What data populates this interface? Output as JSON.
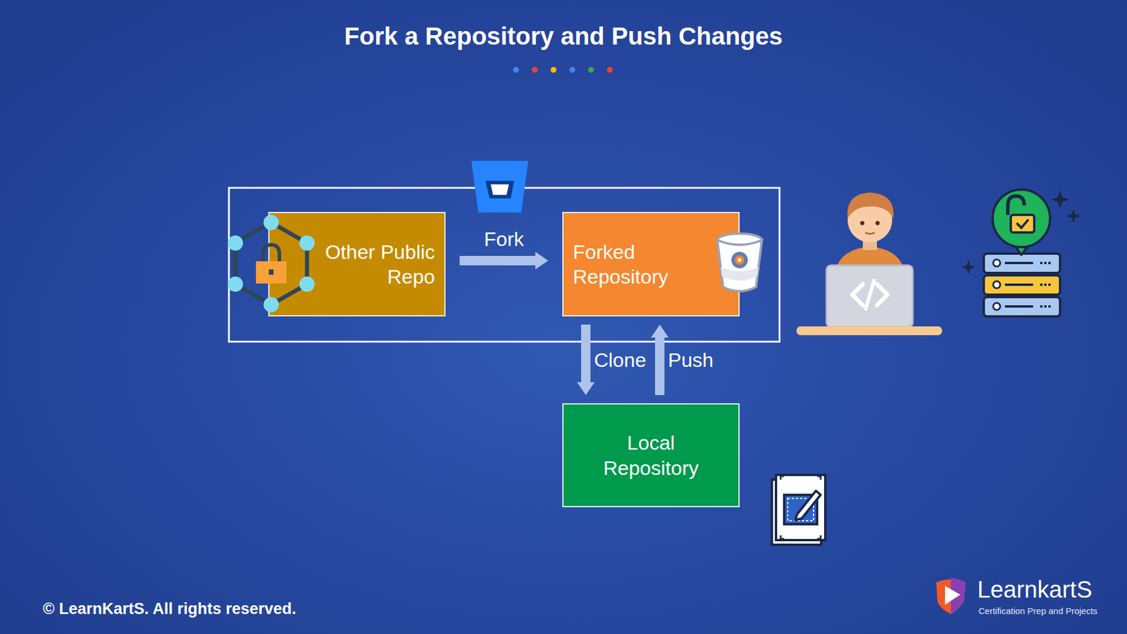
{
  "diagram": {
    "title": "Fork a Repository and Push Changes",
    "nodes": [
      {
        "text": [
          "Other Public Repo"
        ]
      },
      {
        "text": [
          "Forked Repository"
        ]
      },
      {
        "text": [
          "Local Repository"
        ]
      }
    ],
    "edges": [
      {
        "from": 0,
        "to": 1,
        "arrow": "to",
        "label": "Fork"
      },
      {
        "from": 1,
        "to": 2,
        "arrow": "to",
        "label": "Clone"
      },
      {
        "from": 2,
        "to": 1,
        "arrow": "to",
        "label": "Push"
      }
    ],
    "labels": [
      "© LearnKartS. All rights reserved.",
      "LearnkartS",
      "Certification Prep and Projects"
    ]
  }
}
